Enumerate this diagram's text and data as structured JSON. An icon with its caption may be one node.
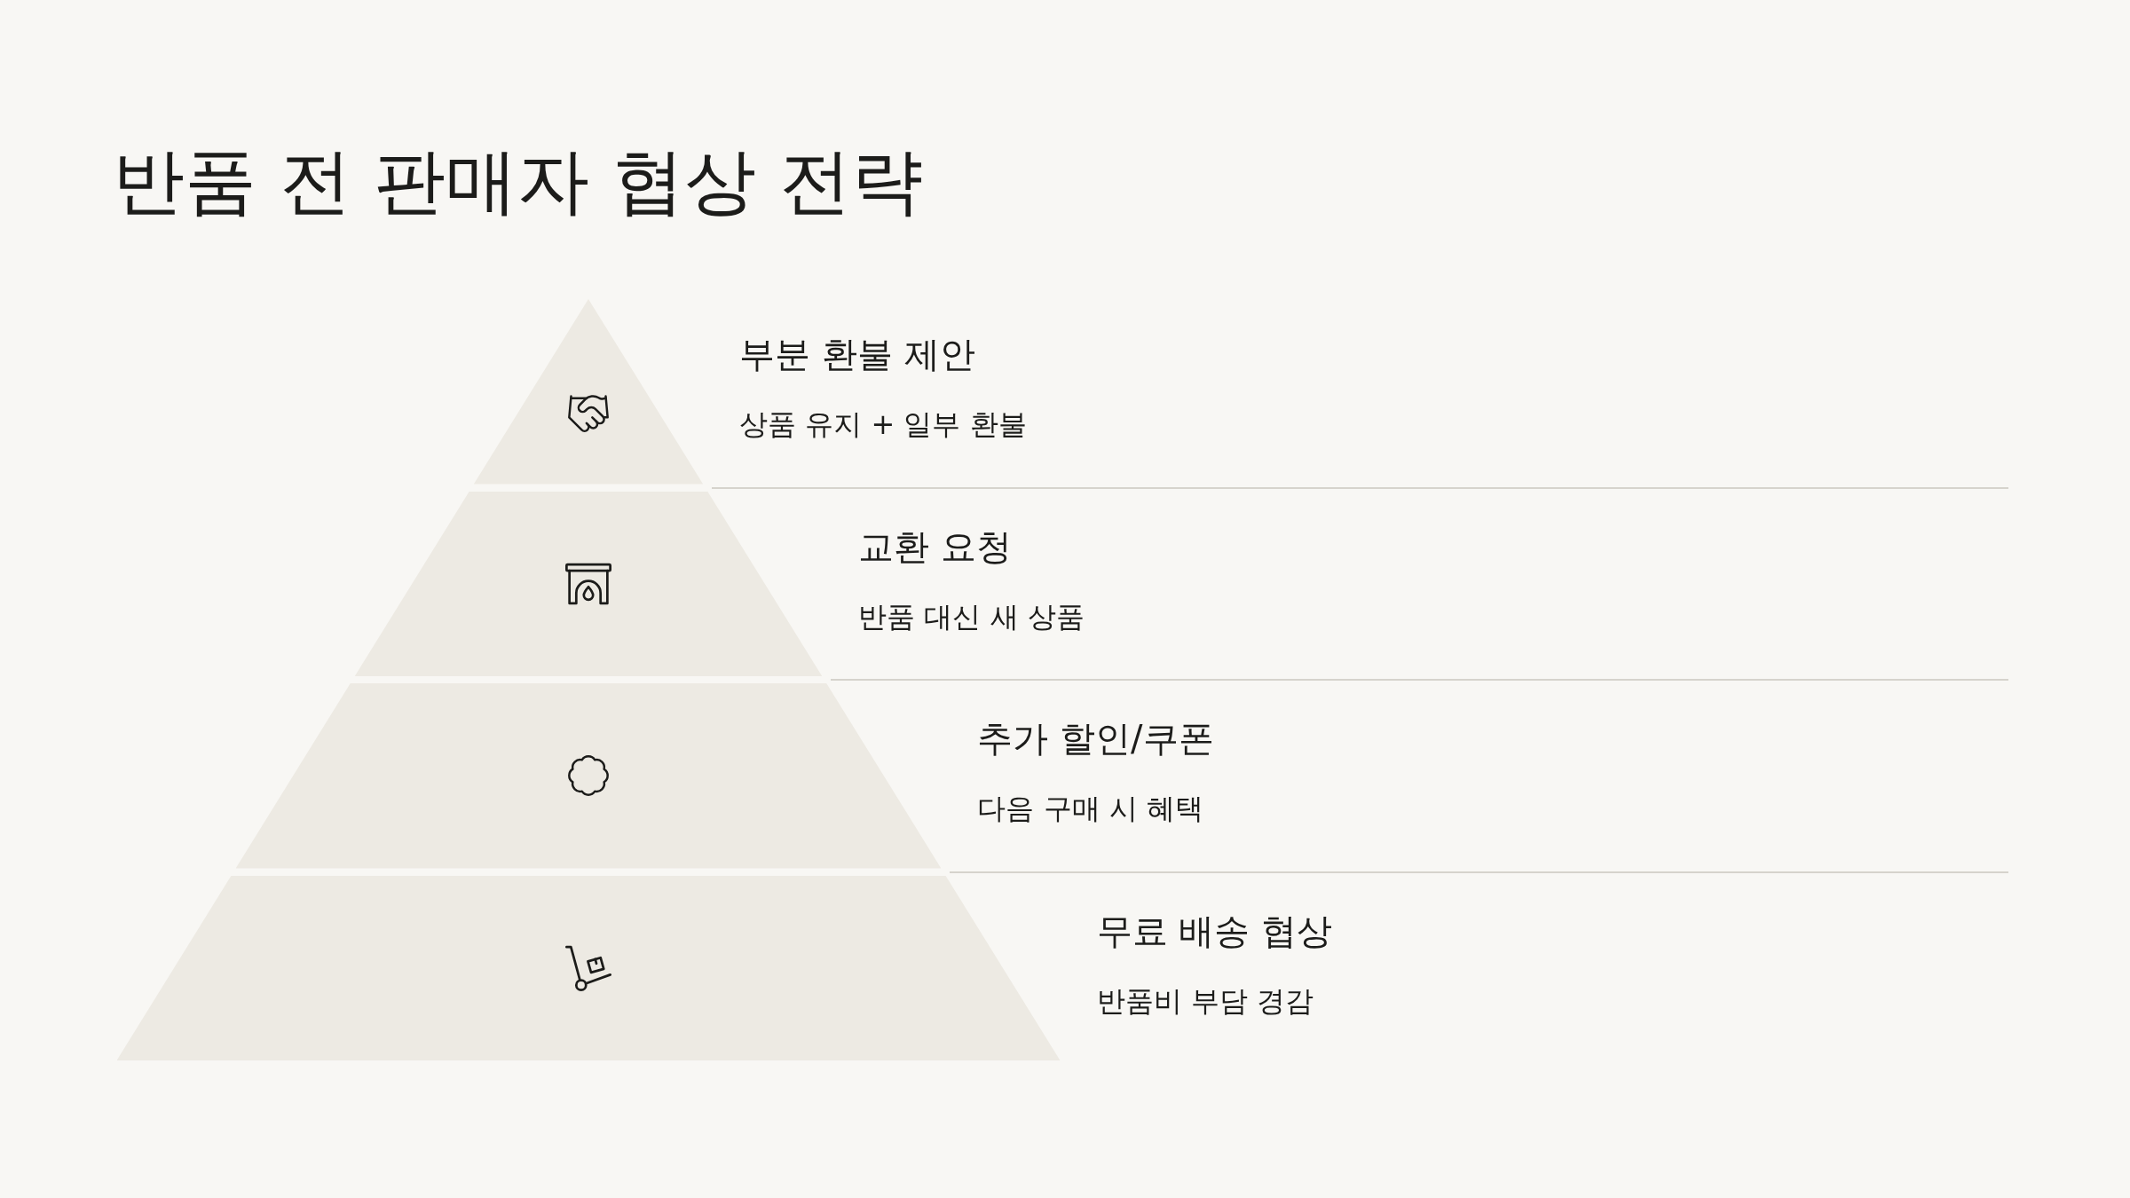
{
  "diagram": {
    "title": "반품 전 판매자 협상 전략",
    "nodes": [
      {
        "text": [],
        "shape": "triangle",
        "beside": [
          "부분 환불 제안",
          "상품 유지 + 일부 환불"
        ]
      },
      {
        "text": [],
        "shape": "trapezoid",
        "beside": [
          "교환 요청",
          "반품 대신 새 상품"
        ]
      },
      {
        "text": [],
        "shape": "trapezoid",
        "beside": [
          "추가 할인/쿠폰",
          "다음 구매 시 혜택"
        ]
      },
      {
        "text": [],
        "shape": "trapezoid",
        "beside": [
          "무료 배송 협상",
          "반품비 부담 경감"
        ]
      }
    ]
  }
}
